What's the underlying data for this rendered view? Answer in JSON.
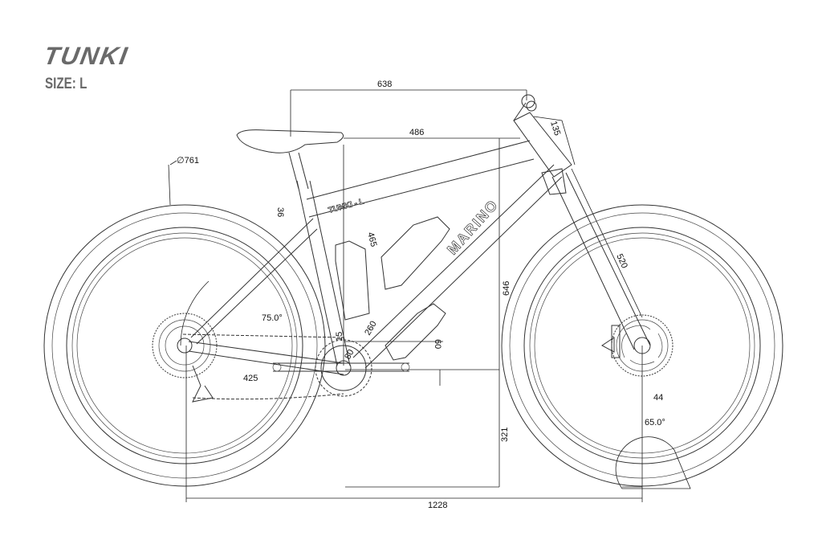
{
  "header": {
    "model": "TUNKI",
    "size": "SIZE: L"
  },
  "frame_labels": {
    "top_tube_decal": "TUNKI - L",
    "down_tube_decal": "MARINO"
  },
  "dimensions": {
    "reach_overall": "638",
    "effective_top_tube": "486",
    "head_tube": "135",
    "wheel_diameter": "∅761",
    "seat_clamp": "36",
    "seat_tube": "465",
    "fork_length": "520",
    "stack": "646",
    "seat_angle": "75.0°",
    "bb_to_bottle": "260",
    "bb_drop": "60",
    "chainring_offset": "80",
    "seat_tube_offset": "15",
    "chainstay": "425",
    "bb_height": "321",
    "fork_offset": "44",
    "head_angle": "65.0°",
    "wheelbase": "1228"
  }
}
